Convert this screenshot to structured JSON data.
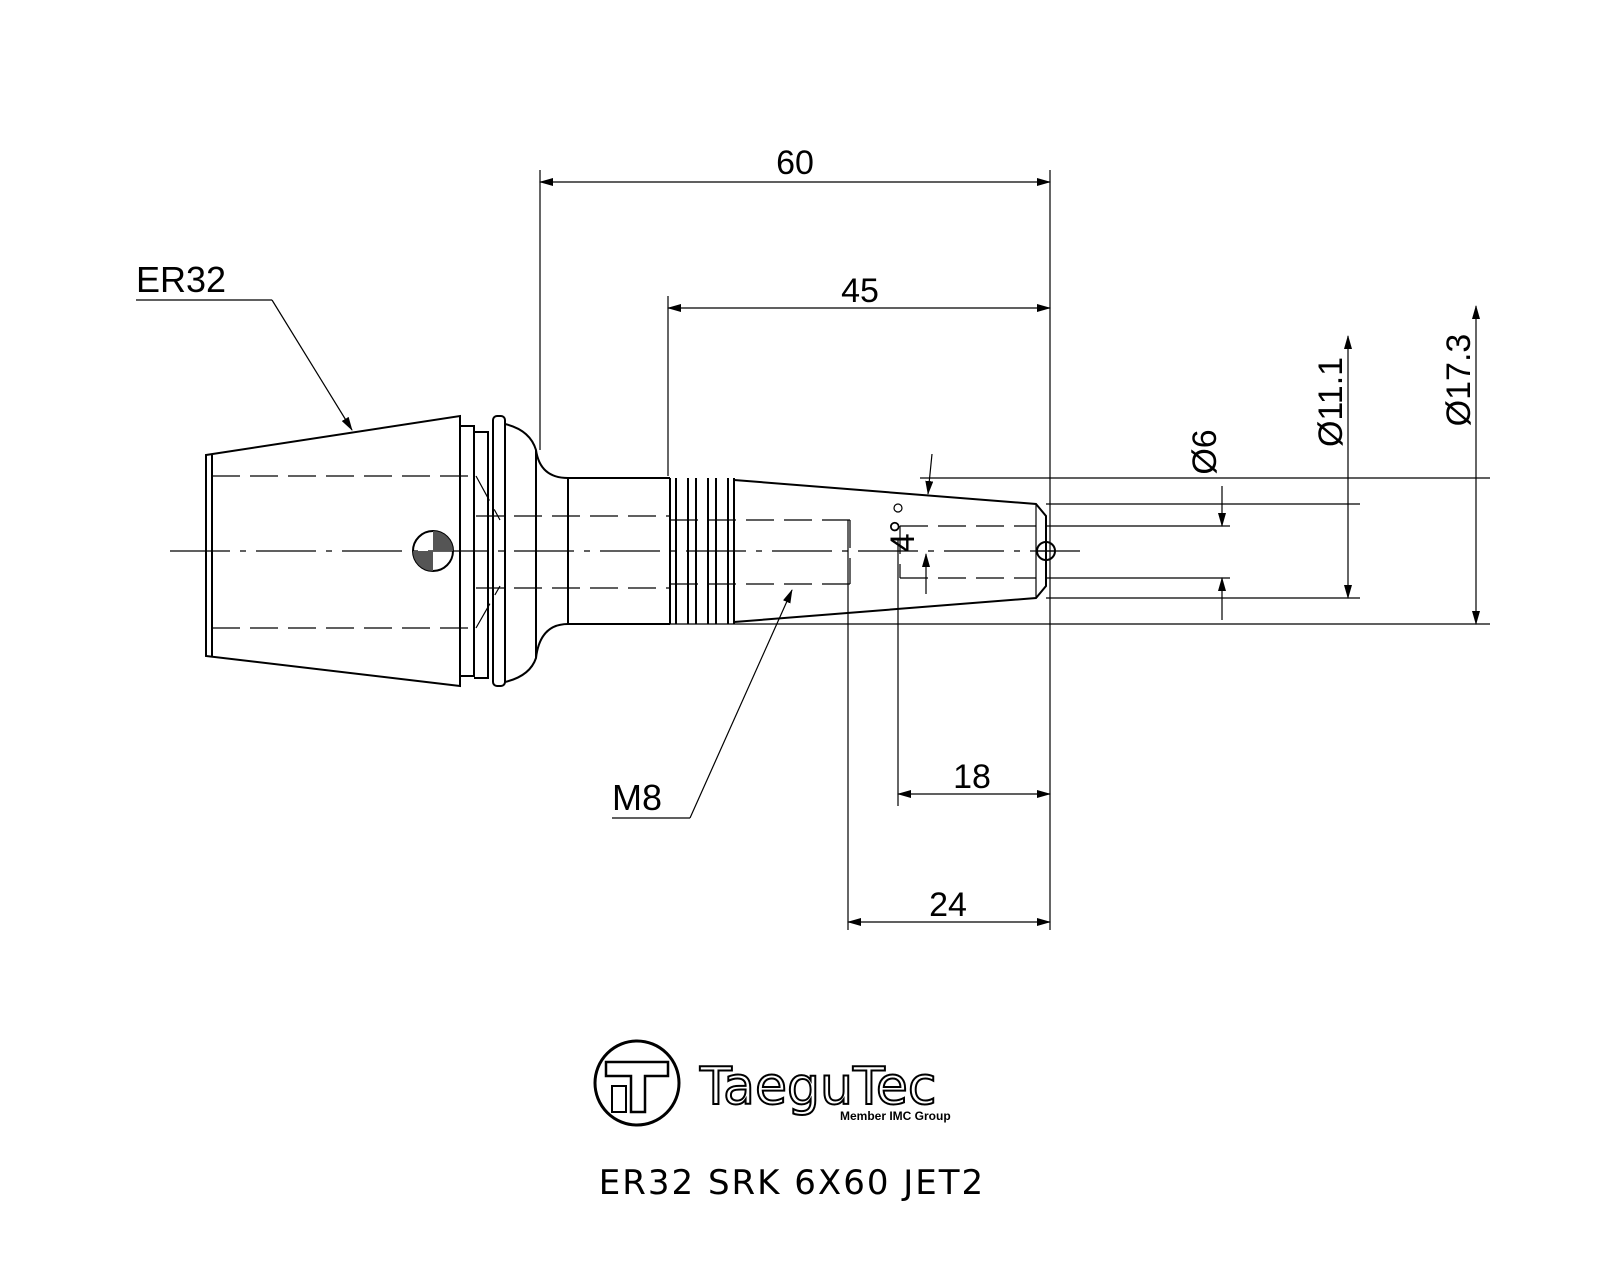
{
  "dimensions": {
    "overall_length": "60",
    "thread_length": "45",
    "length_18": "18",
    "length_24": "24",
    "dia_6": "Ø6",
    "dia_11_1": "Ø11.1",
    "dia_17_3": "Ø17.3",
    "angle": "4°"
  },
  "callouts": {
    "collet": "ER32",
    "thread": "M8"
  },
  "logo": {
    "brand": "TaeguTec",
    "tagline": "Member IMC Group"
  },
  "part_number": "ER32  SRK  6X60  JET2"
}
